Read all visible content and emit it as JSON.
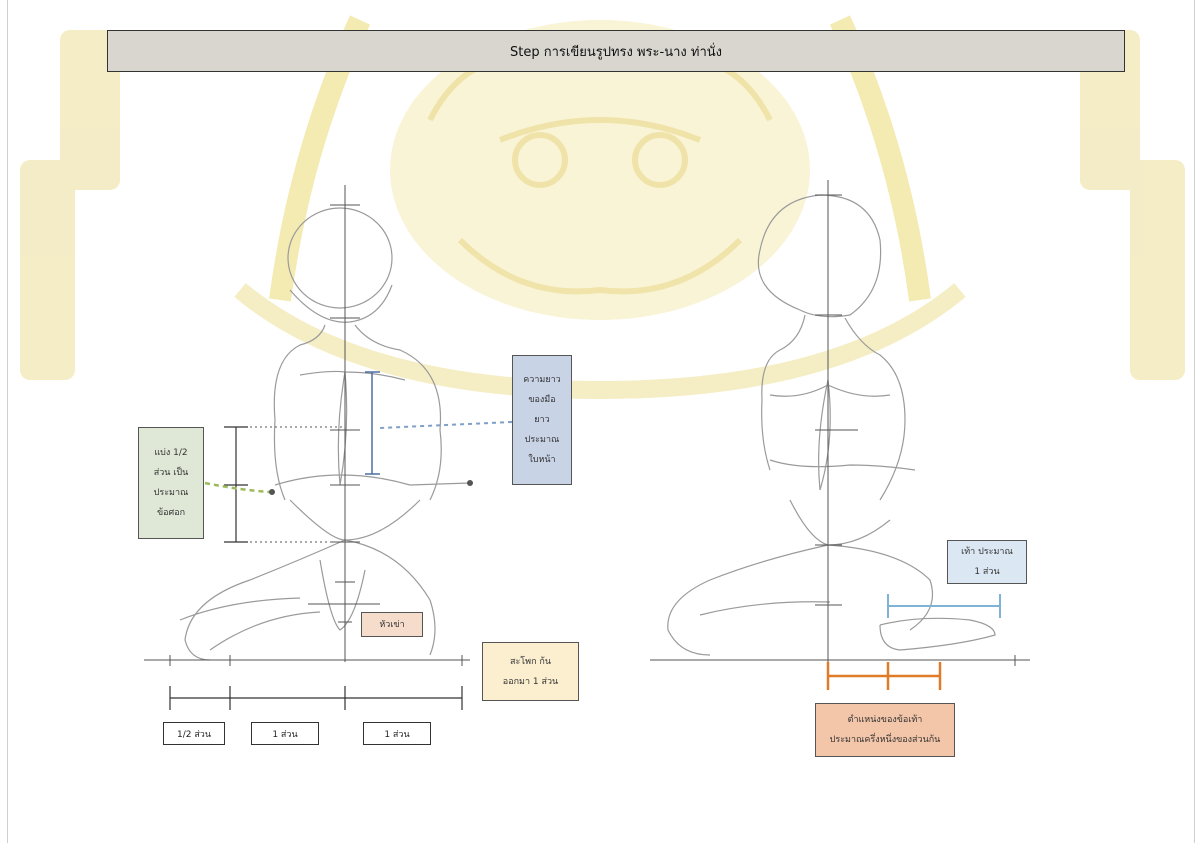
{
  "title": "Step การเขียนรูปทรง พระ-นาง ท่านั่ง",
  "watermark": {
    "description": "university seal watermark (Ganesha emblem)",
    "color": "#f2e7a6"
  },
  "callouts": {
    "hand_length": "ความยาว\nของมือ\nยาว\nประมาณ\nใบหน้า",
    "wrist": "แบ่ง 1/2\nส่วน เป็น\nประมาณ\nข้อศอก",
    "knee": "หัวเข่า",
    "hip": "สะโพก ก้น\nออกมา 1 ส่วน",
    "foot": "เท้า ประมาณ\n1 ส่วน",
    "ankle": "ตำแหน่งของข้อเท้า\nประมาณครึ่งหนึ่งของส่วนก้น"
  },
  "measure_labels": {
    "half": "1/2 ส่วน",
    "one_a": "1 ส่วน",
    "one_b": "1 ส่วน"
  },
  "colors": {
    "title_bg": "#d9d6cf",
    "hand_box": "#c9d3e6",
    "wrist_box": "#dfe8d6",
    "knee_box": "#f6dccb",
    "hip_box": "#fcefd0",
    "foot_box": "#dbe7f3",
    "ankle_box": "#f3c6a9",
    "blue_marker": "#4a6fa5",
    "green_arrow": "#9bbb59",
    "light_blue_bracket": "#7fb3d5",
    "orange_bracket": "#e07b28"
  }
}
